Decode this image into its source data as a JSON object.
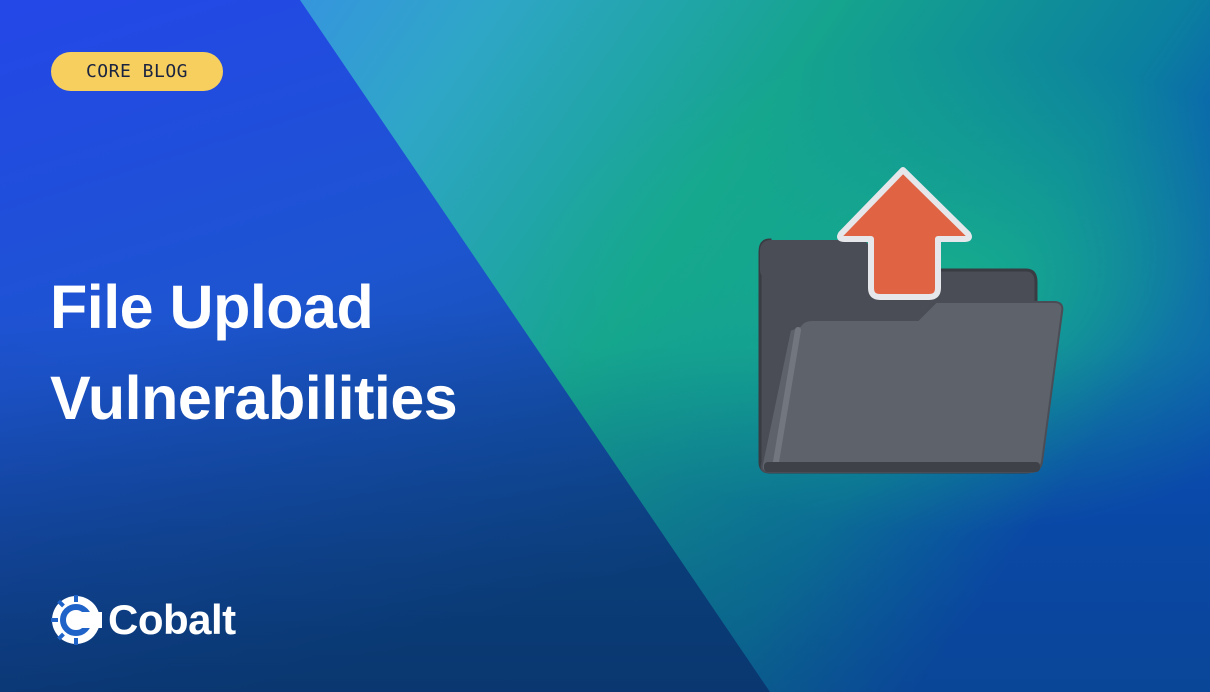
{
  "badge": {
    "label": "CORE BLOG"
  },
  "title": {
    "line1": "File Upload",
    "line2": "Vulnerabilities"
  },
  "brand": {
    "name": "Cobalt"
  },
  "illustration": {
    "icon": "folder-upload-icon"
  },
  "colors": {
    "badge": "#f7cf5f",
    "arrow": "#e06344",
    "folder_back": "#4a4d55",
    "folder_front": "#5e626b",
    "text": "#ffffff"
  }
}
